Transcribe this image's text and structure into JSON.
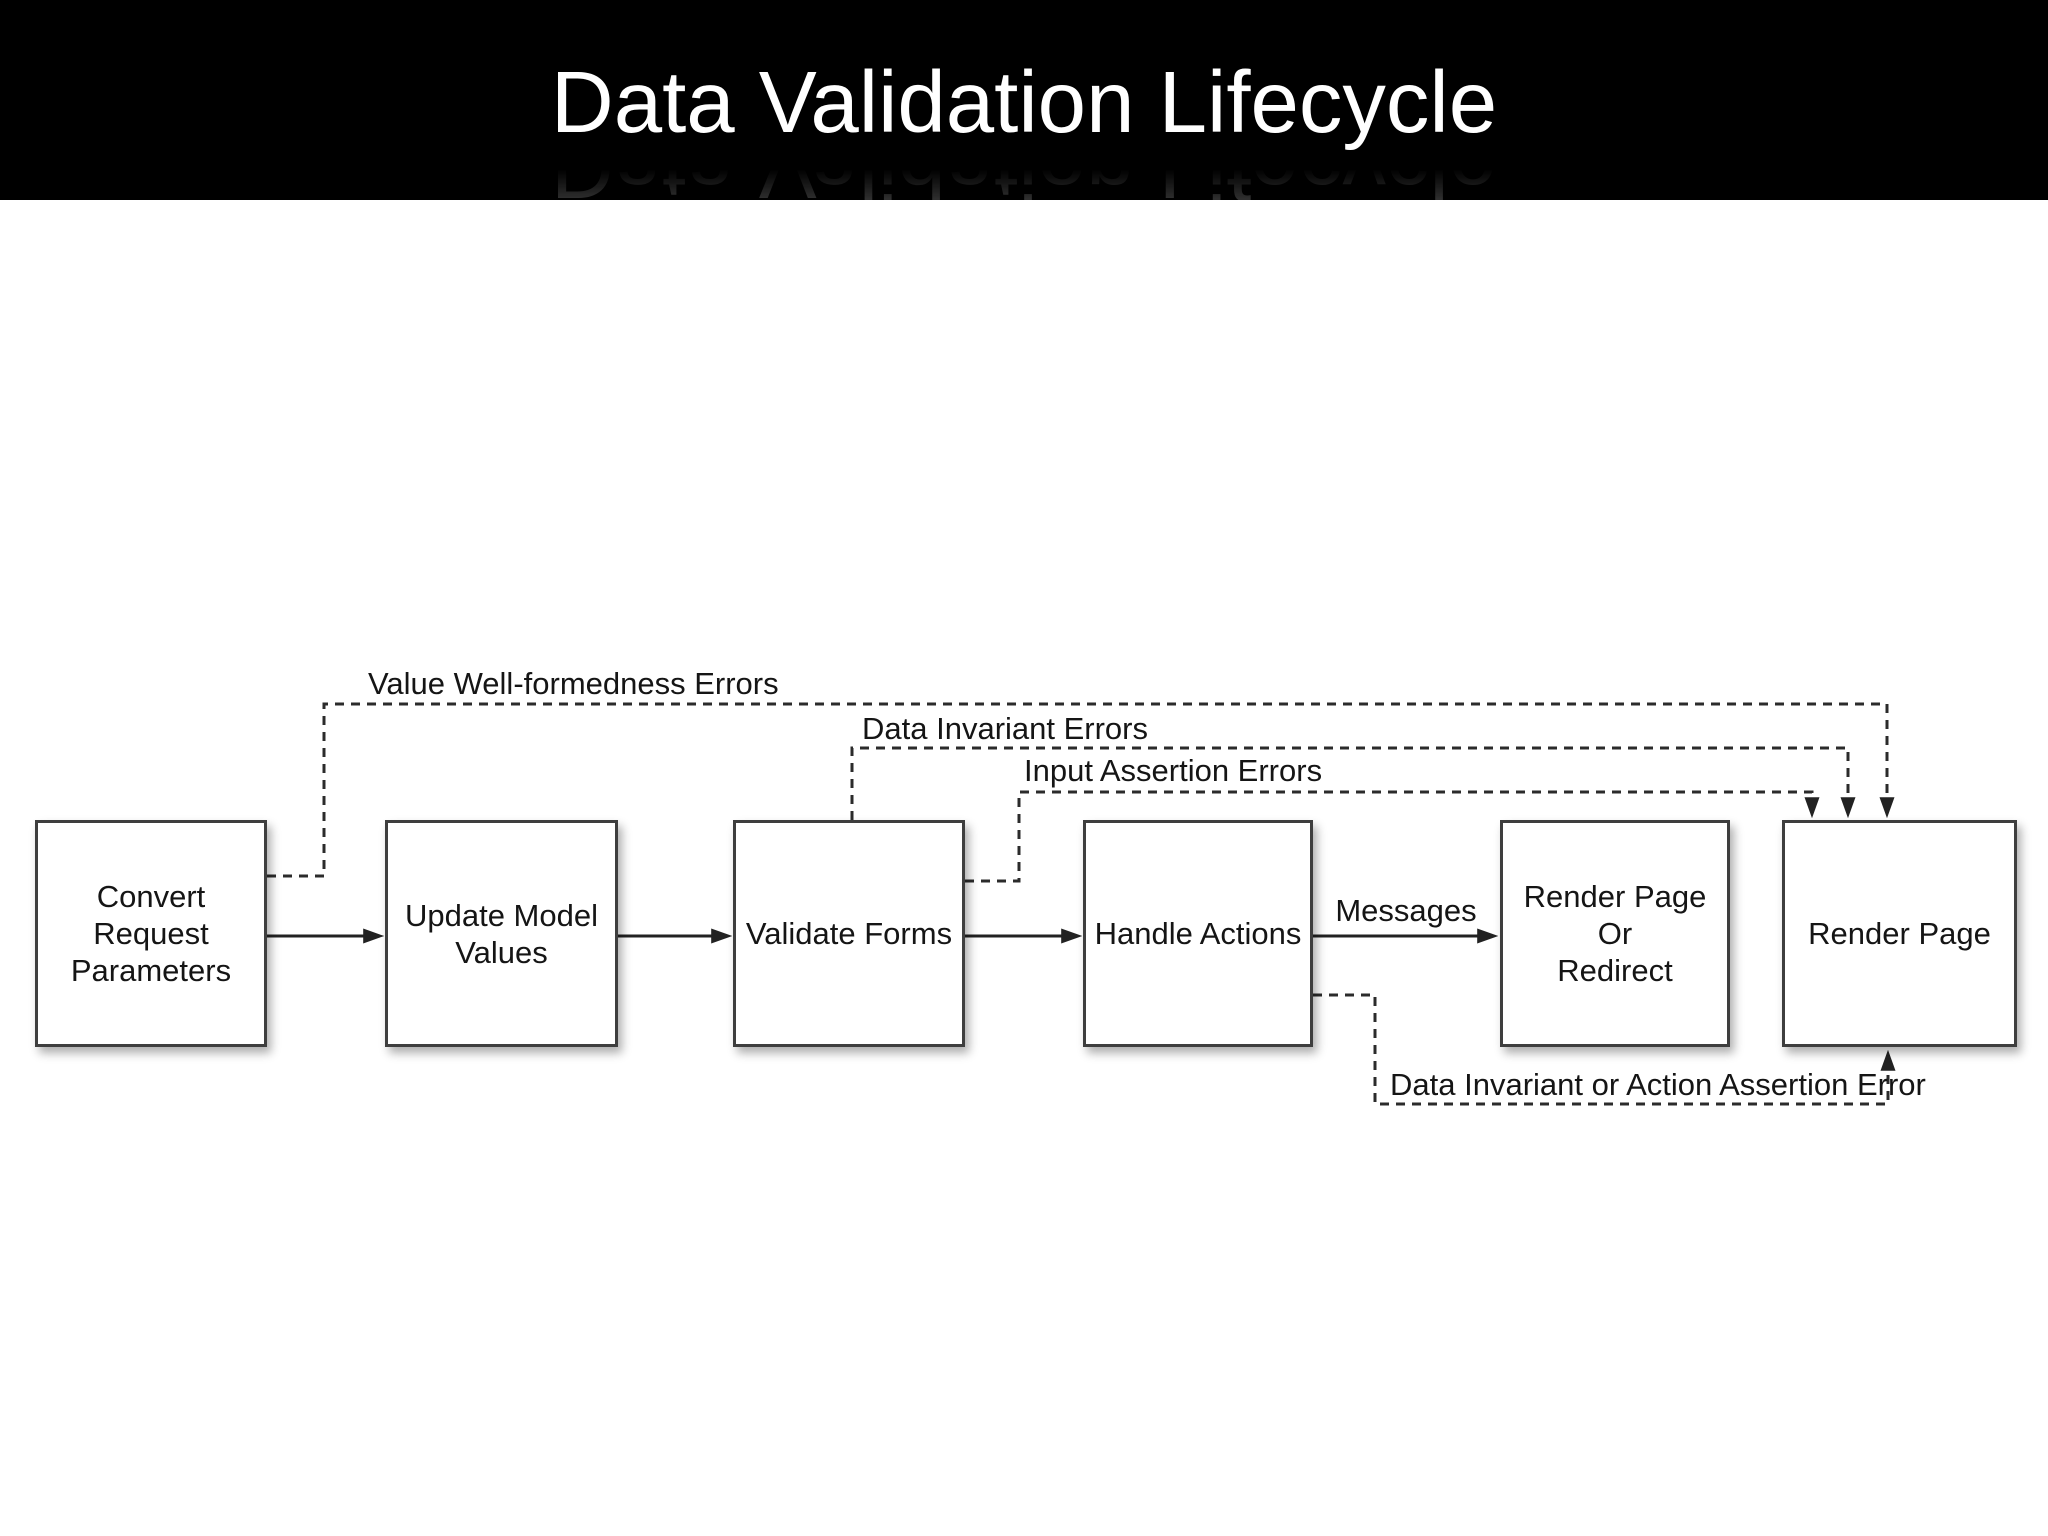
{
  "slide": {
    "title": "Data Validation Lifecycle"
  },
  "diagram": {
    "nodes": [
      {
        "id": "convert-request-parameters",
        "lines": [
          "Convert Request",
          "Parameters"
        ]
      },
      {
        "id": "update-model-values",
        "lines": [
          "Update Model",
          "Values"
        ]
      },
      {
        "id": "validate-forms",
        "lines": [
          "Validate Forms"
        ]
      },
      {
        "id": "handle-actions",
        "lines": [
          "Handle Actions"
        ]
      },
      {
        "id": "render-page-or-redirect",
        "lines": [
          "Render Page Or",
          "Redirect"
        ]
      },
      {
        "id": "render-page",
        "lines": [
          "Render Page"
        ]
      }
    ],
    "edge_labels": {
      "messages": "Messages",
      "value_wellformedness": "Value Well-formedness Errors",
      "data_invariant": "Data Invariant Errors",
      "input_assertion": "Input Assertion Errors",
      "data_invariant_or_action_assertion": "Data Invariant or Action Assertion Error"
    },
    "colors": {
      "header_bg": "#000000",
      "title": "#ffffff",
      "background": "#ffffff",
      "line": "#2b2b2b",
      "box_border": "#3e3e3e",
      "box_fill": "#ffffff",
      "text": "#151515"
    }
  }
}
